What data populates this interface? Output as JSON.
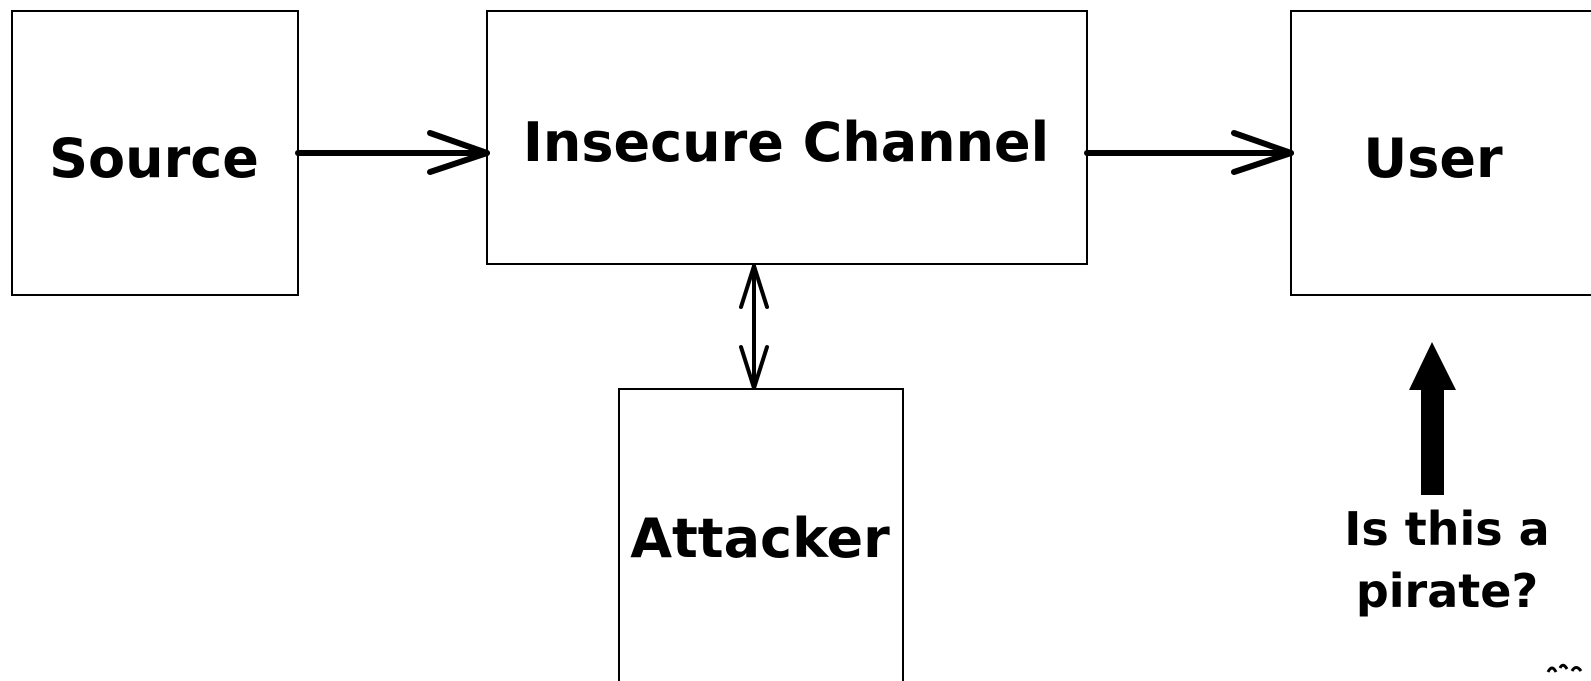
{
  "nodes": {
    "source": "Source",
    "channel": "Insecure Channel",
    "user": "User",
    "attacker": "Attacker"
  },
  "question": {
    "line1": "Is this a",
    "line2": "pirate?"
  },
  "colors": {
    "stroke": "#000000",
    "background": "#ffffff"
  }
}
